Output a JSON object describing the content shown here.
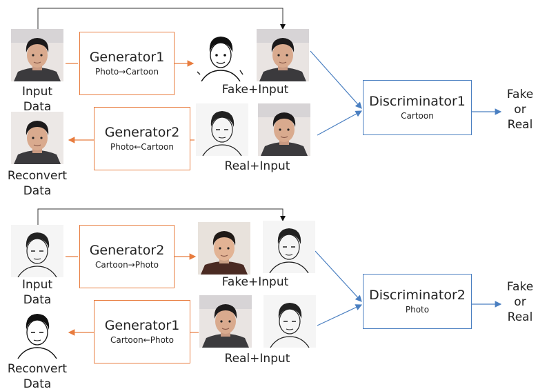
{
  "colors": {
    "generator": "#e87c3e",
    "discriminator": "#4a7fc1",
    "line": "#333333"
  },
  "top": {
    "input_label_1": "Input",
    "input_label_2": "Data",
    "reconvert_label_1": "Reconvert",
    "reconvert_label_2": "Data",
    "gen_a": {
      "title": "Generator1",
      "sub": "Photo→Cartoon"
    },
    "gen_b": {
      "title": "Generator2",
      "sub": "Photo←Cartoon"
    },
    "pair_fake": "Fake+Input",
    "pair_real": "Real+Input",
    "disc": {
      "title": "Discriminator1",
      "sub": "Cartoon"
    },
    "out_1": "Fake",
    "out_2": "or",
    "out_3": "Real"
  },
  "bottom": {
    "input_label_1": "Input",
    "input_label_2": "Data",
    "reconvert_label_1": "Reconvert",
    "reconvert_label_2": "Data",
    "gen_a": {
      "title": "Generator2",
      "sub": "Cartoon→Photo"
    },
    "gen_b": {
      "title": "Generator1",
      "sub": "Cartoon←Photo"
    },
    "pair_fake": "Fake+Input",
    "pair_real": "Real+Input",
    "disc": {
      "title": "Discriminator2",
      "sub": "Photo"
    },
    "out_1": "Fake",
    "out_2": "or",
    "out_3": "Real"
  }
}
